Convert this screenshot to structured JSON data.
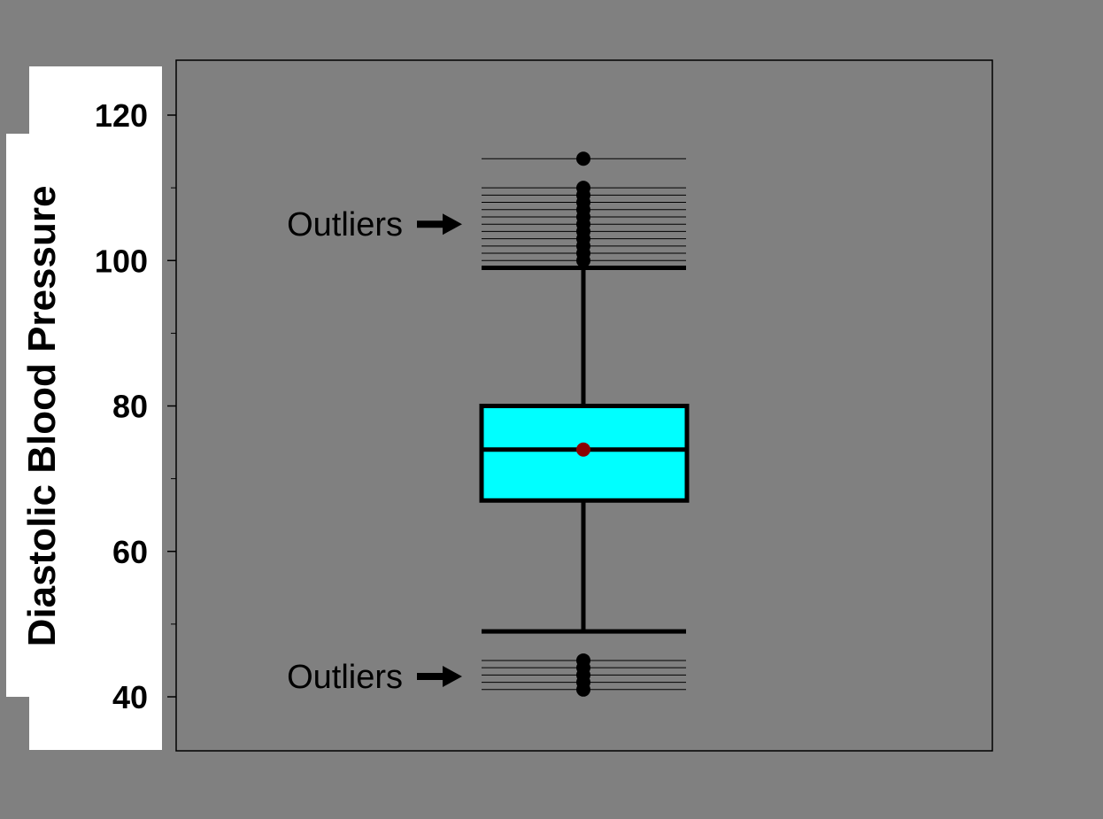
{
  "chart_data": {
    "type": "box",
    "ylabel": "Diastolic Blood Pressure",
    "ylim": [
      33,
      128
    ],
    "yticks": [
      40,
      60,
      80,
      100,
      120
    ],
    "yticks_minor": [
      50,
      70,
      90,
      110
    ],
    "grid": false,
    "box": {
      "q1": 67,
      "median": 74,
      "q3": 80,
      "mean": 74,
      "whisker_low": 49,
      "whisker_high": 99
    },
    "outliers_high": [
      100,
      101,
      102,
      103,
      104,
      105,
      106,
      107,
      108,
      109,
      110,
      114
    ],
    "outliers_low": [
      41,
      42,
      43,
      44,
      45
    ],
    "annotations": [
      {
        "text": "Outliers",
        "y": 105
      },
      {
        "text": "Outliers",
        "y": 42.8
      }
    ],
    "colors": {
      "background": "#808080",
      "box_fill": "#00FFFF",
      "mean_marker": "#8B0000",
      "ink": "#000000",
      "label_panel": "#FFFFFF"
    }
  }
}
